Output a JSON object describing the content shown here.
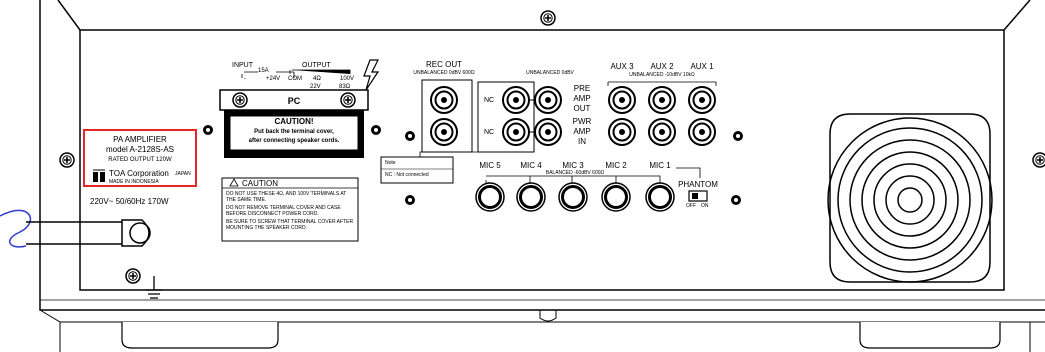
{
  "model_label": {
    "line1": "PA AMPLIFIER",
    "line2": "model A-2128S-AS",
    "line3": "RATED OUTPUT 120W",
    "company": "TOA Corporation",
    "country": "JAPAN",
    "made_in": "MADE IN INDONESIA",
    "highlight_color": "#e8262a"
  },
  "power": {
    "label": "220V~  50/60Hz  170W"
  },
  "terminal": {
    "input_title": "INPUT",
    "input_sub1": "15A",
    "input_sub2": "+24V",
    "input_minus": "-",
    "output_title": "OUTPUT",
    "out_com": "COM",
    "out_4ohm": "4Ω",
    "out_100v": "100V",
    "out_22v": "22V",
    "out_83ohm": "83Ω",
    "cover_mark": "PC",
    "caution_title": "CAUTION!",
    "caution_text1": "Put back the terminal cover,",
    "caution_text2": "after connecting speaker cords."
  },
  "caution_panel": {
    "title": "CAUTION",
    "items": [
      "DO NOT USE THESE 4Ω, AND 100V TERMINALS AT THE SAME TIME.",
      "DO NOT REMOVE TERMINAL COVER AND CASE BEFORE DISCONNECT POWER CORD.",
      "BE SURE TO SCREW THAT TERMINAL COVER AFTER MOUNTING THE SPEAKER CORD."
    ]
  },
  "note_box": {
    "title": "Note",
    "text": "NC : Not connected"
  },
  "rec_out": {
    "title": "REC OUT",
    "sub": "UNBALANCED 0dBV 600Ω"
  },
  "unbalanced_label": "UNBALANCED 0dBV",
  "nc_labels": [
    "NC",
    "NC"
  ],
  "pre_amp_out": [
    "PRE",
    "AMP",
    "OUT"
  ],
  "pwr_amp_in": [
    "PWR",
    "AMP",
    "IN"
  ],
  "aux": {
    "labels": [
      "AUX 3",
      "AUX 2",
      "AUX 1"
    ],
    "sub": "UNBALANCED -10dBV 10kΩ"
  },
  "mic": {
    "labels": [
      "MIC 5",
      "MIC 4",
      "MIC 3",
      "MIC 2",
      "MIC 1"
    ],
    "sub": "BALANCED -60dBV 600Ω"
  },
  "phantom": {
    "label": "PHANTOM",
    "off": "OFF",
    "on": "ON"
  }
}
